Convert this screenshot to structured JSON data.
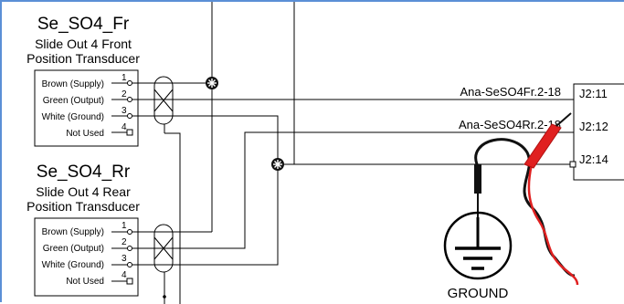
{
  "sensors": [
    {
      "name": "Se_SO4_Fr",
      "desc_line1": "Slide Out 4 Front",
      "desc_line2": "Position Transducer",
      "pins": [
        {
          "num": "1",
          "label": "Brown (Supply)"
        },
        {
          "num": "2",
          "label": "Green (Output)"
        },
        {
          "num": "3",
          "label": "White (Ground)"
        },
        {
          "num": "4",
          "label": "Not Used"
        }
      ]
    },
    {
      "name": "Se_SO4_Rr",
      "desc_line1": "Slide Out 4 Rear",
      "desc_line2": "Position Transducer",
      "pins": [
        {
          "num": "1",
          "label": "Brown (Supply)"
        },
        {
          "num": "2",
          "label": "Green (Output)"
        },
        {
          "num": "3",
          "label": "White (Ground)"
        },
        {
          "num": "4",
          "label": "Not Used"
        }
      ]
    }
  ],
  "signals": [
    "Ana-SeSO4Fr.2-18",
    "Ana-SeSO4Rr.2-18"
  ],
  "connector": [
    "J2:11",
    "J2:12",
    "J2:14"
  ],
  "ground_label": "GROUND",
  "colors": {
    "probe_red": "#e02020",
    "probe_black": "#111111",
    "frame_blue": "#5b8fd6"
  }
}
